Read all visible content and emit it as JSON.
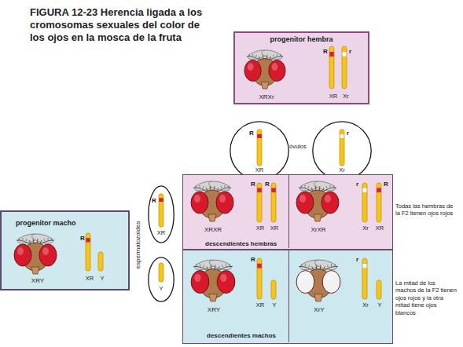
{
  "diagram": {
    "title": "FIGURA 12-23 Herencia ligada a los cromosomas sexuales del color de los ojos en la mosca de la fruta",
    "nodes": [
      {
        "text": [
          "progenitor hembra",
          "R",
          "r",
          "XRXr",
          "XR",
          "Xr"
        ]
      },
      {
        "text": [
          "R",
          "XR"
        ]
      },
      {
        "text": [
          "r",
          "Xr"
        ]
      },
      {
        "text": [
          "R",
          "XR"
        ]
      },
      {
        "text": [
          "Y"
        ]
      },
      {
        "text": [
          "progenitor macho",
          "R",
          "XRY",
          "XR",
          "Y"
        ]
      },
      {
        "text": [
          "descendientes hembras"
        ]
      },
      {
        "text": [
          "R",
          "R",
          "XRXR",
          "XR",
          "XR"
        ],
        "in": 6
      },
      {
        "text": [
          "r",
          "R",
          "XrXR",
          "Xr",
          "XR"
        ],
        "in": 6
      },
      {
        "text": [
          "descendientes machos"
        ]
      },
      {
        "text": [
          "R",
          "XRY",
          "XR",
          "Y"
        ],
        "in": 9
      },
      {
        "text": [
          "r",
          "XrY",
          "Xr",
          "Y"
        ],
        "in": 9
      }
    ],
    "labels": [
      "óvulos",
      "espermatozoides",
      "Todas las hembras de la F2 tienen ojos rojos",
      "La mitad de los machos de la F2 tienen ojos rojos y la otra mitad tiene ojos blancos"
    ]
  }
}
